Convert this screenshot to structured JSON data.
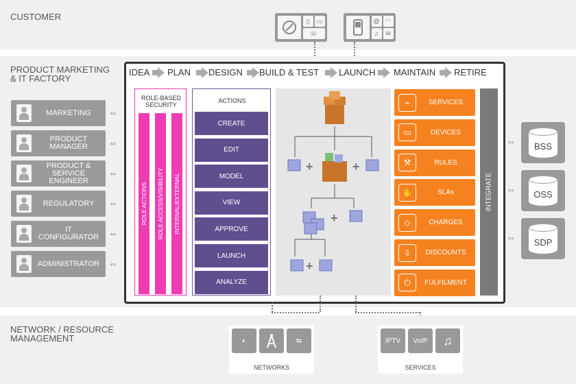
{
  "customer": {
    "title": "CUSTOMER"
  },
  "factory": {
    "title_line1": "PRODUCT MARKETING",
    "title_line2": "& IT FACTORY"
  },
  "network": {
    "title_line1": "NETWORK / RESOURCE",
    "title_line2": "MANAGEMENT"
  },
  "stages": [
    "IDEA",
    "PLAN",
    "DESIGN",
    "BUILD & TEST",
    "LAUNCH",
    "MAINTAIN",
    "RETIRE"
  ],
  "roles": [
    "MARKETING",
    "PRODUCT MANAGER",
    "PRODUCT & SERVICE ENGINEER",
    "REGULATORY",
    "IT CONFIGURATOR",
    "ADMINISTRATOR"
  ],
  "security": {
    "title": "ROLE-BASED SECURITY",
    "bars": [
      "ROLE ACTIONS",
      "ROLE ACCESS/VISIBILITY",
      "INTERNAL/EXTERNAL"
    ]
  },
  "actions": {
    "title": "ACTIONS",
    "items": [
      "CREATE",
      "EDIT",
      "MODEL",
      "VIEW",
      "APPROVE",
      "LAUNCH",
      "ANALYZE"
    ]
  },
  "services": [
    {
      "label": "SERVICES",
      "icon": "plug-icon"
    },
    {
      "label": "DEVICES",
      "icon": "tv-icon"
    },
    {
      "label": "RULES",
      "icon": "gavel-icon"
    },
    {
      "label": "SLAs",
      "icon": "handshake-icon"
    },
    {
      "label": "CHARGES",
      "icon": "tag-icon"
    },
    {
      "label": "DISCOUNTS",
      "icon": "discount-arrow-icon"
    },
    {
      "label": "FULFILMENT",
      "icon": "power-icon"
    }
  ],
  "integrate": "INTEGRATE",
  "systems": [
    "BSS",
    "OSS",
    "SDP"
  ],
  "networks": {
    "label": "NETWORKS"
  },
  "bottom_services": {
    "label": "SERVICES",
    "items": [
      "IPTV",
      "VoIP"
    ]
  },
  "colors": {
    "pink": "#ee3cb3",
    "purple": "#5f4f8f",
    "orange": "#f5821f",
    "gray": "#999999"
  }
}
